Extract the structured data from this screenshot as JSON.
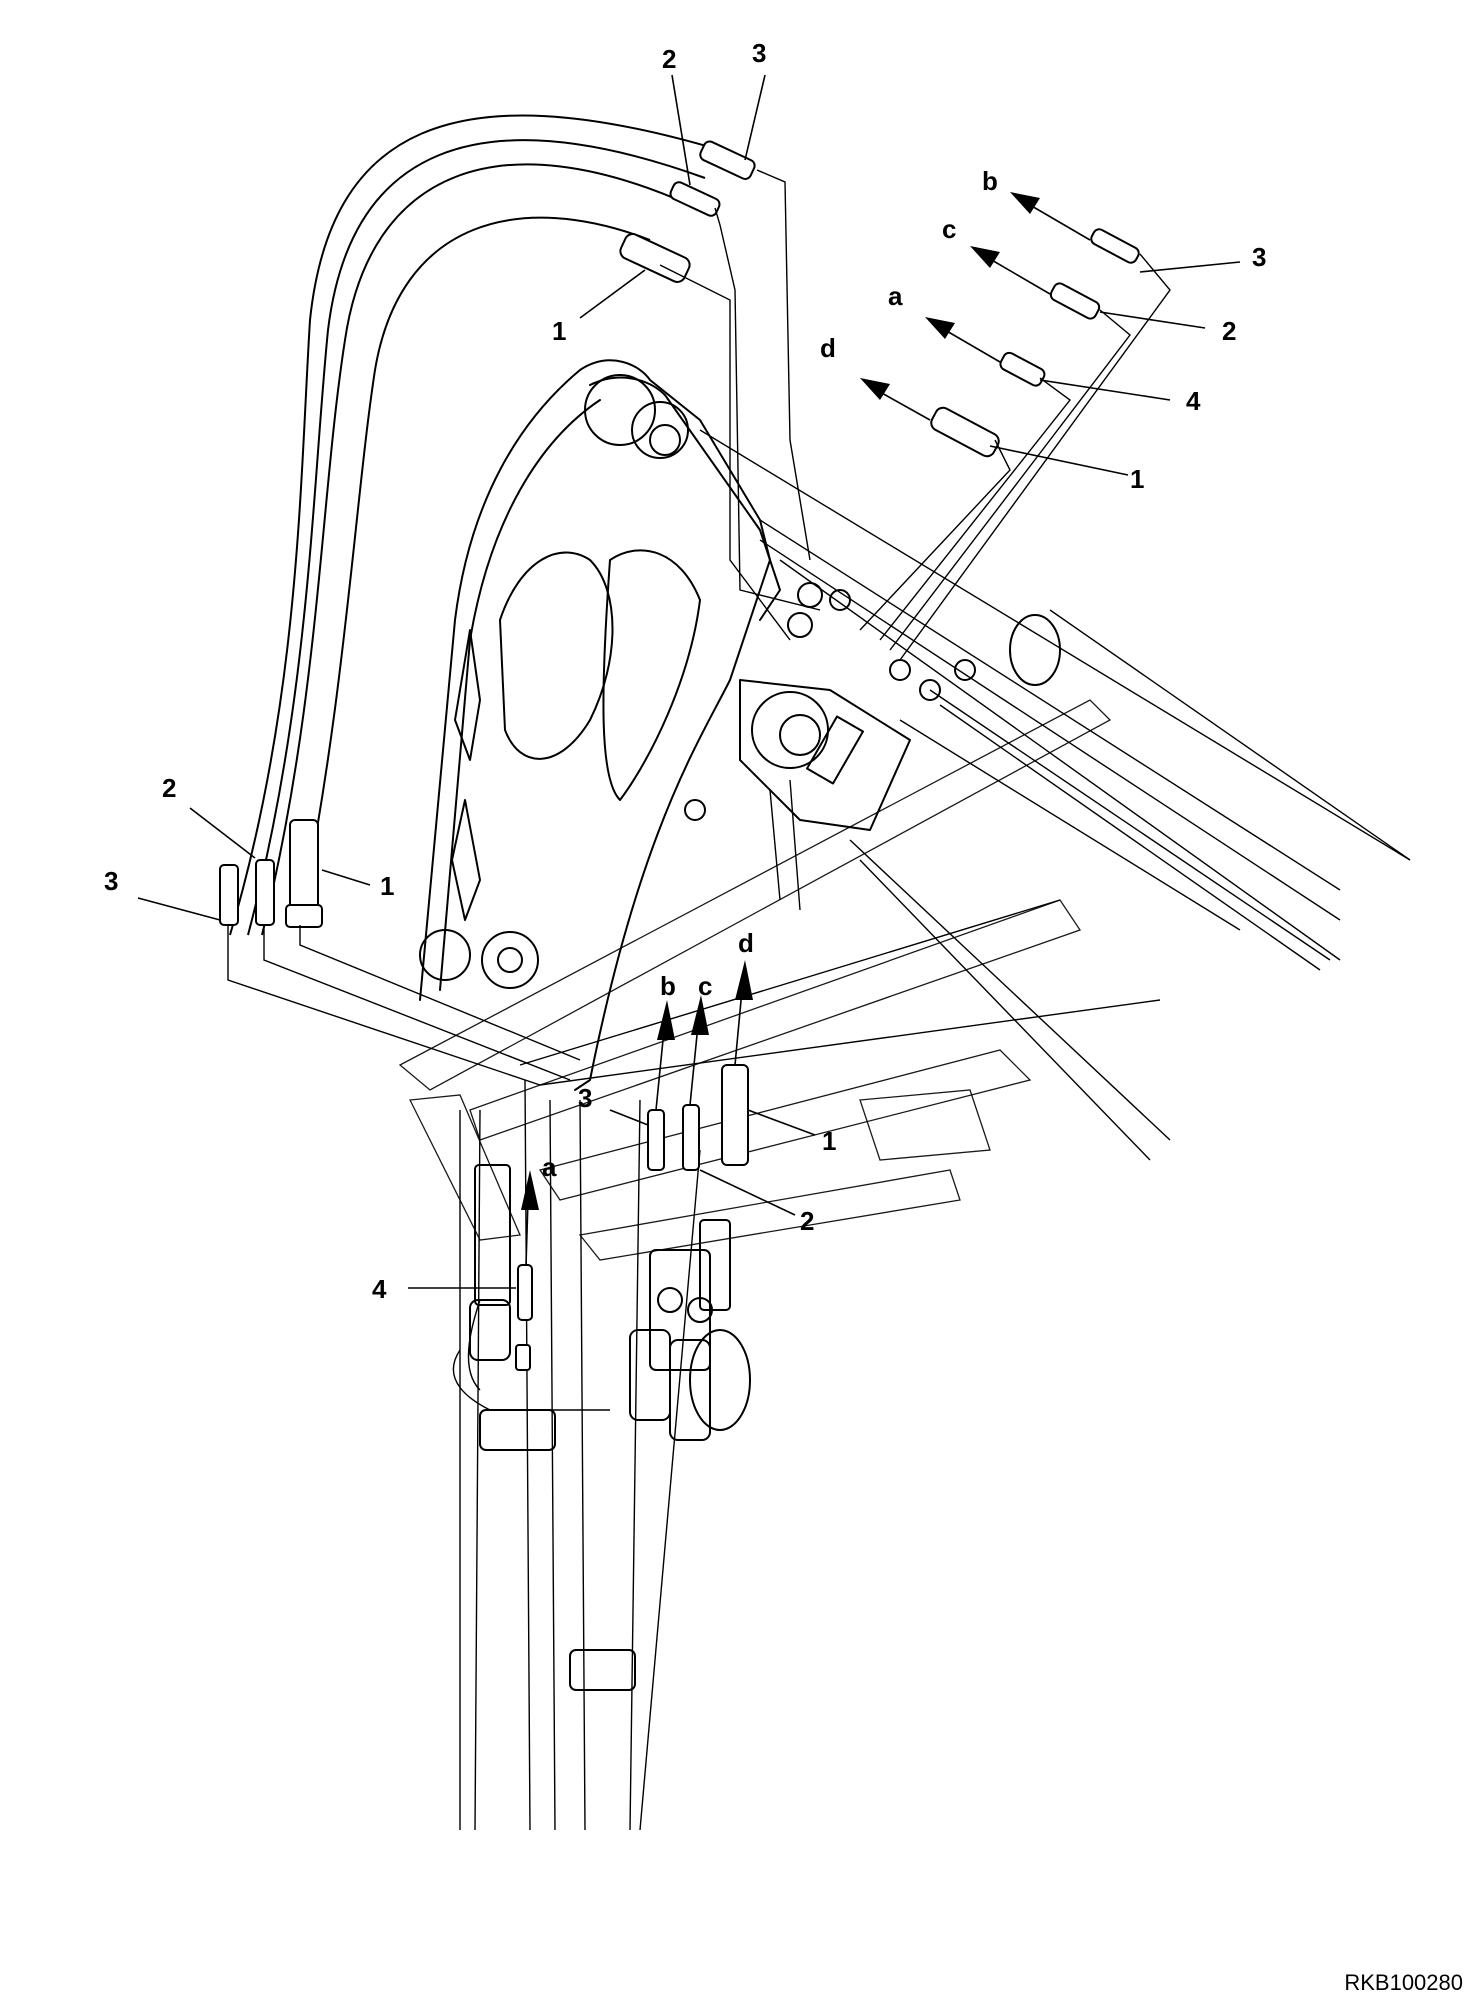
{
  "reference_code": "RKB100280",
  "callouts": {
    "top_hose_2": "2",
    "top_hose_3": "3",
    "top_hose_1": "1",
    "right_b": "b",
    "right_c": "c",
    "right_a": "a",
    "right_d": "d",
    "right_3": "3",
    "right_2": "2",
    "right_4": "4",
    "right_1": "1",
    "left_2": "2",
    "left_3": "3",
    "left_1": "1",
    "lower_b": "b",
    "lower_c": "c",
    "lower_d": "d",
    "lower_3": "3",
    "lower_1": "1",
    "lower_2": "2",
    "lower_a": "a",
    "lower_4": "4"
  }
}
